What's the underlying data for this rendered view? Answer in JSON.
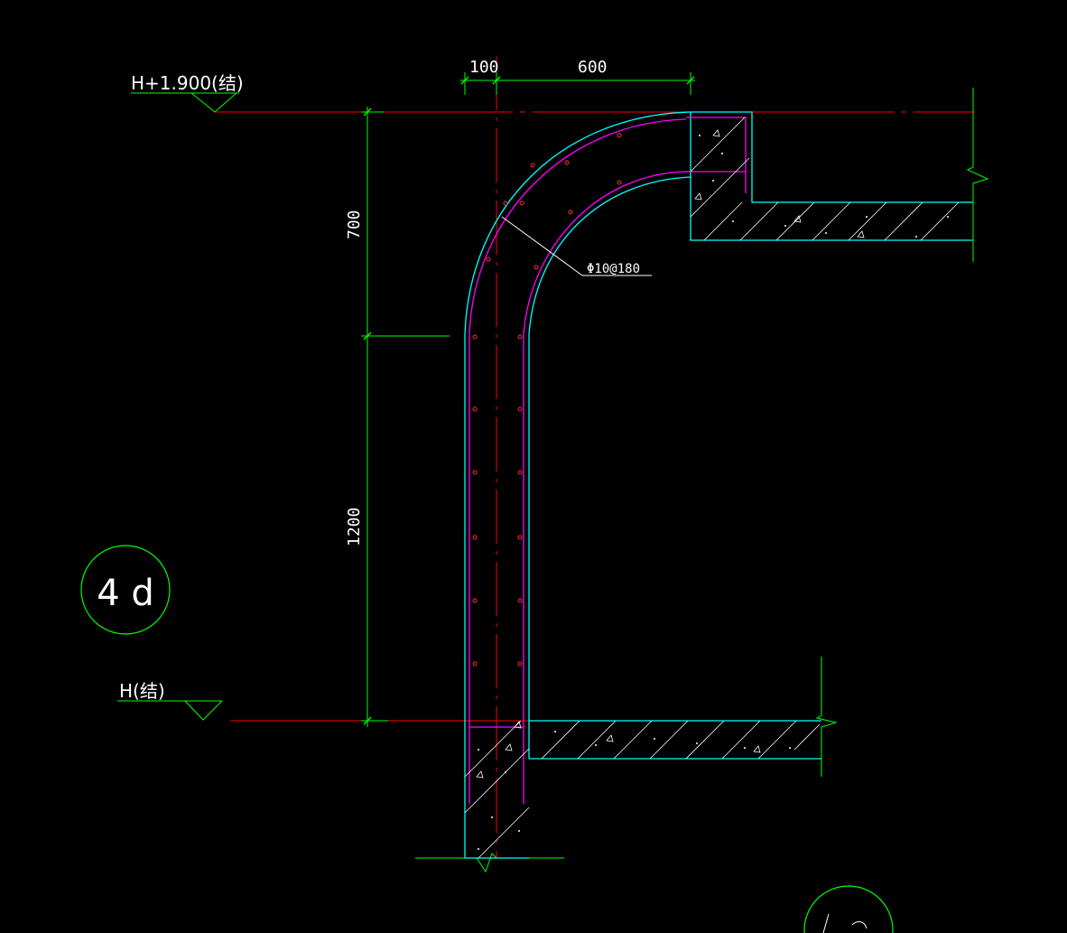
{
  "colors": {
    "background": "#000000",
    "axis": "#ff0000",
    "dimension": "#00ff00",
    "outline": "#00ffff",
    "rebar": "#ff00ff",
    "rebar_dot": "#ff3030",
    "text": "#ffffff",
    "hatch": "#ffffff"
  },
  "labels": {
    "top_level": "H+1.900(结)",
    "bottom_level": "H(结)",
    "rebar_callout": "Φ10@180",
    "detail_id": "4 d"
  },
  "dimensions": {
    "horizontal": [
      "100",
      "600"
    ],
    "vertical": [
      "700",
      "1200"
    ]
  }
}
